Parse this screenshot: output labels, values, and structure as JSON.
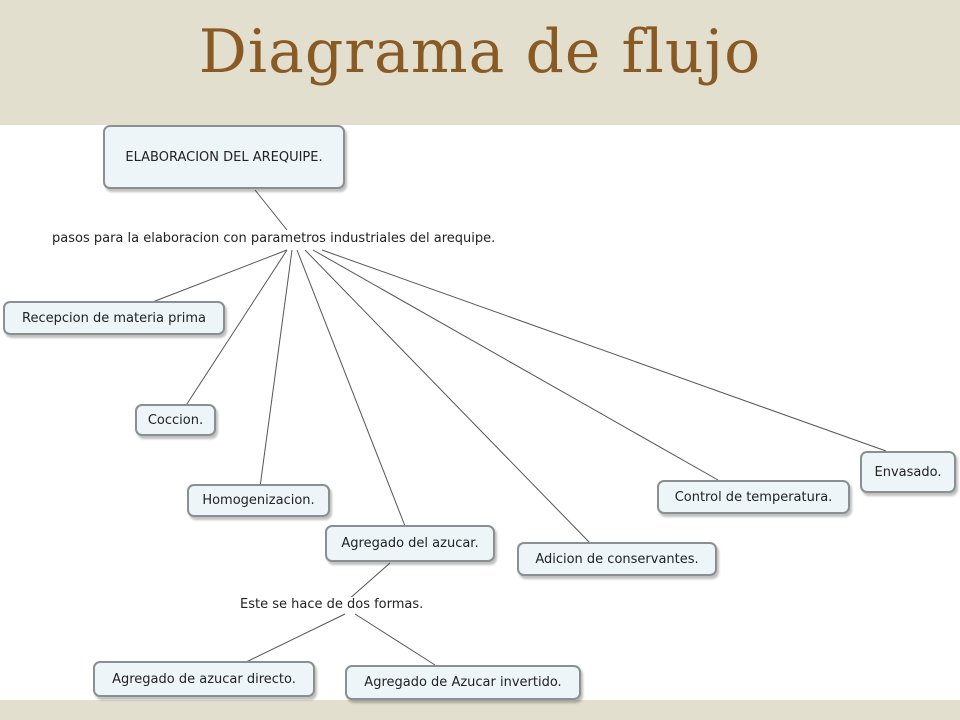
{
  "title": "Diagrama de flujo",
  "diagram": {
    "root": "ELABORACION DEL AREQUIPE.",
    "link_phrase": "pasos para la elaboracion con parametros industriales del arequipe.",
    "steps": [
      "Recepcion de materia prima",
      "Coccion.",
      "Homogenizacion.",
      "Agregado del azucar.",
      "Adicion de conservantes.",
      "Control de temperatura.",
      "Envasado."
    ],
    "sub_link_phrase": "Este se hace de dos formas.",
    "sub_steps": [
      "Agregado de azucar directo.",
      "Agregado de Azucar invertido."
    ]
  },
  "colors": {
    "title": "#8a5a24",
    "background": "#e2dfcf",
    "node_fill": "#eef5f8",
    "node_border": "#8a8f92",
    "connector": "#555555"
  }
}
